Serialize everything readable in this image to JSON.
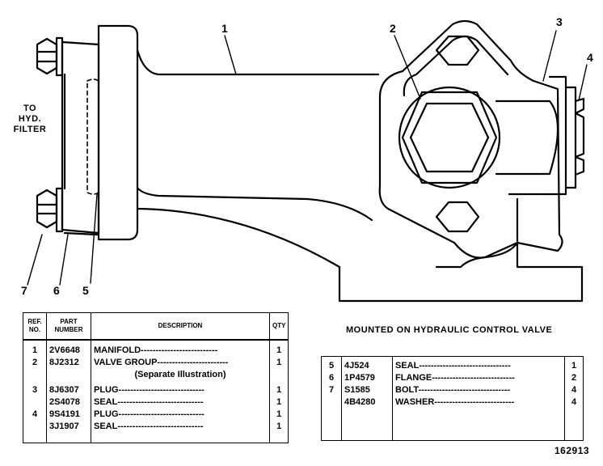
{
  "callouts": {
    "c1": "1",
    "c2": "2",
    "c3": "3",
    "c4": "4",
    "c5": "5",
    "c6": "6",
    "c7": "7"
  },
  "note": {
    "line1": "TO",
    "line2": "HYD.",
    "line3": "FILTER"
  },
  "caption": "MOUNTED ON HYDRAULIC CONTROL VALVE",
  "figure_number": "162913",
  "left_table": {
    "headers": {
      "ref_line1": "REF.",
      "ref_line2": "NO.",
      "part_line1": "PART",
      "part_line2": "NUMBER",
      "description": "DESCRIPTION",
      "qty": "QTY"
    },
    "rows": [
      {
        "ref": "1",
        "part": "2V6648",
        "desc": "MANIFOLD--------------------------",
        "qty": "1"
      },
      {
        "ref": "2",
        "part": "8J2312",
        "desc": "VALVE GROUP------------------------",
        "qty": "1"
      },
      {
        "ref": "",
        "part": "",
        "desc": "(Separate Illustration)",
        "qty": ""
      },
      {
        "ref": "3",
        "part": "8J6307",
        "desc": "PLUG-----------------------------",
        "qty": "1"
      },
      {
        "ref": "",
        "part": "2S4078",
        "desc": "SEAL-----------------------------",
        "qty": "1"
      },
      {
        "ref": "4",
        "part": "9S4191",
        "desc": "PLUG-----------------------------",
        "qty": "1"
      },
      {
        "ref": "",
        "part": "3J1907",
        "desc": "SEAL-----------------------------",
        "qty": "1"
      }
    ]
  },
  "right_table": {
    "rows": [
      {
        "ref": "5",
        "part": "4J524",
        "desc": "SEAL-------------------------------",
        "qty": "1"
      },
      {
        "ref": "6",
        "part": "1P4579",
        "desc": "FLANGE----------------------------",
        "qty": "2"
      },
      {
        "ref": "7",
        "part": "S1585",
        "desc": "BOLT-------------------------------",
        "qty": "4"
      },
      {
        "ref": "",
        "part": "4B4280",
        "desc": "WASHER---------------------------",
        "qty": "4"
      }
    ]
  }
}
